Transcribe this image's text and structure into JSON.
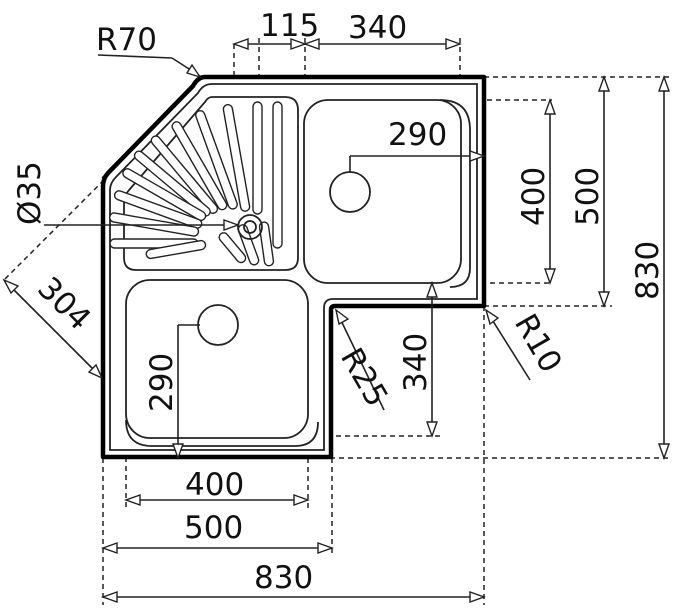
{
  "drawing": {
    "dimensions": {
      "corner_radius": "R70",
      "drain_offset": "115",
      "top_basin_width": "340",
      "top_basin_inner": "290",
      "top_basin_depth": "400",
      "wing_depth": "500",
      "overall_height": "830",
      "drain_hole": "Ø35",
      "diagonal": "304",
      "left_basin_inner": "290",
      "inner_radius_r25": "R25",
      "outer_radius_r10": "R10",
      "left_basin_height": "340",
      "bottom_basin_width": "400",
      "wing_width": "500",
      "overall_width": "830"
    }
  }
}
